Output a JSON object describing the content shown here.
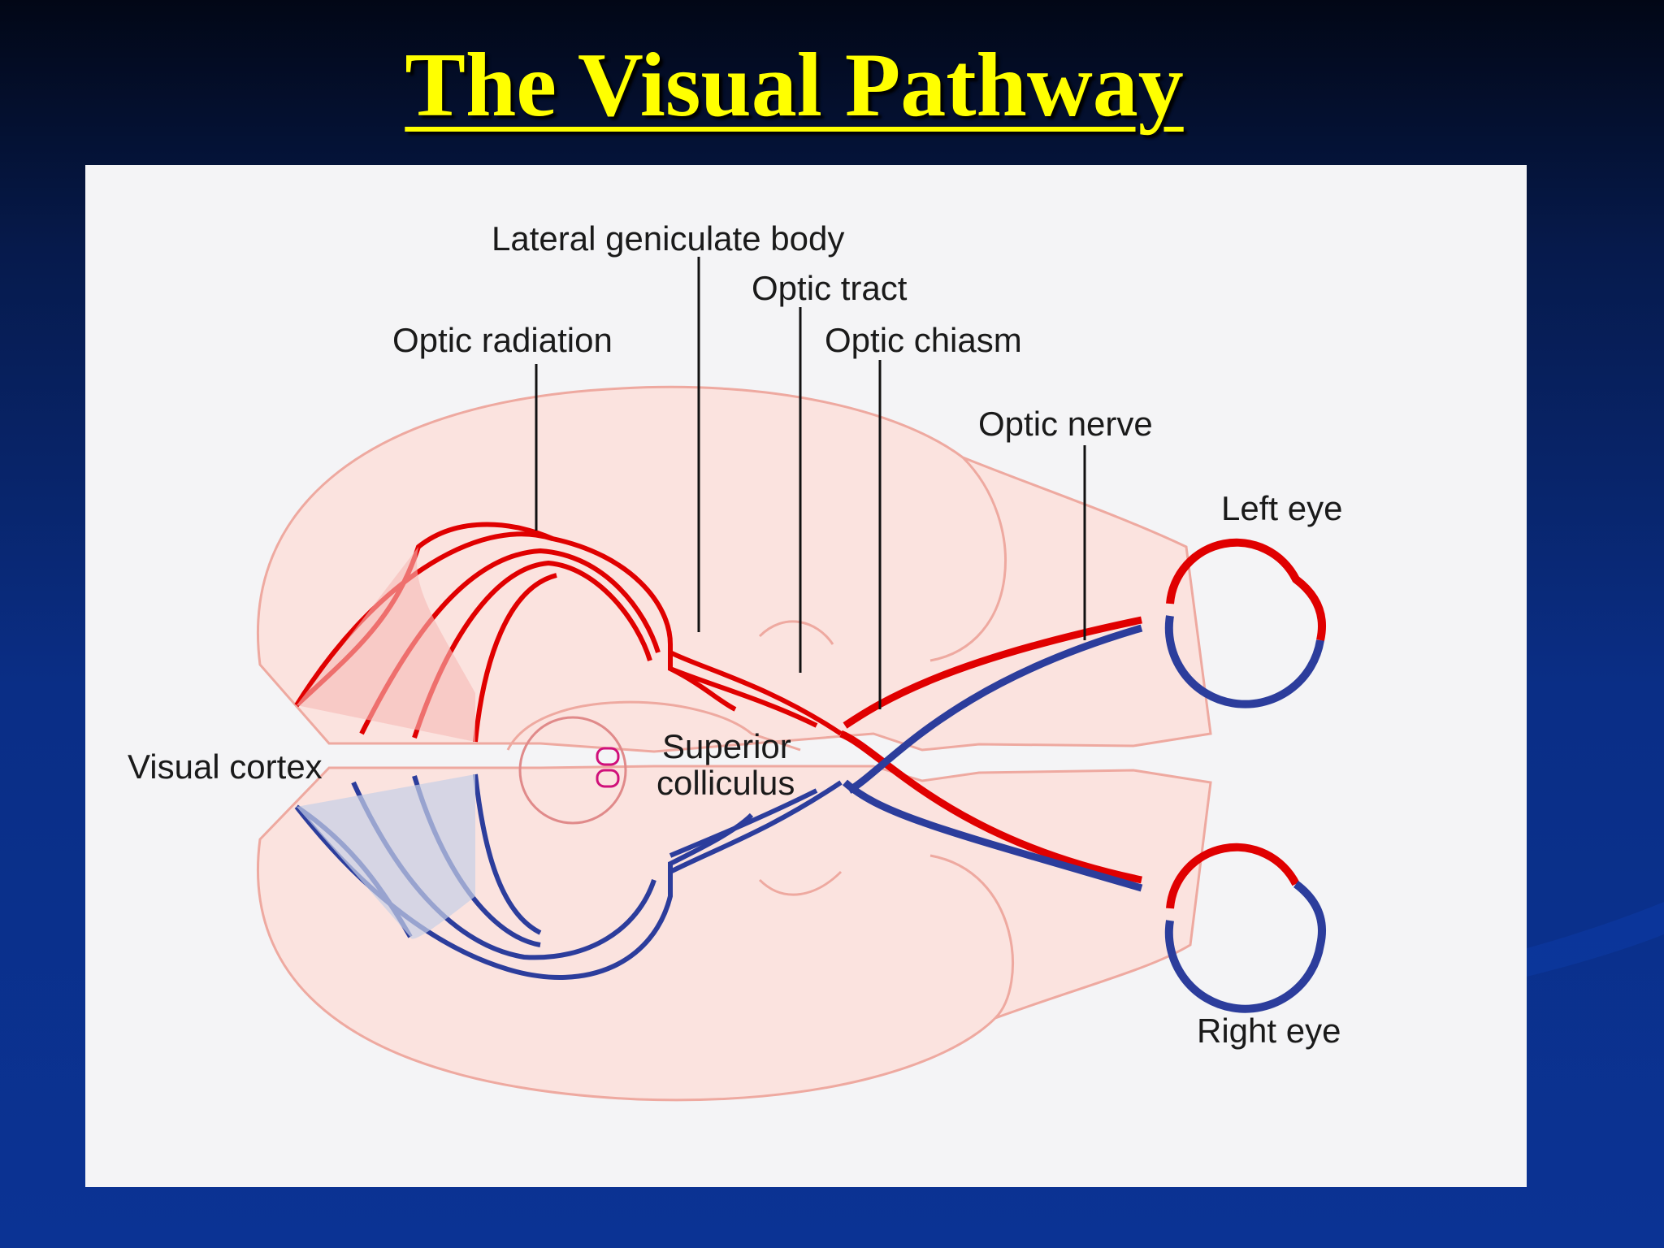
{
  "title": "The Visual Pathway",
  "labels": {
    "lateral_geniculate_body": "Lateral geniculate body",
    "optic_tract": "Optic tract",
    "optic_radiation": "Optic radiation",
    "optic_chiasm": "Optic chiasm",
    "optic_nerve": "Optic nerve",
    "left_eye": "Left eye",
    "right_eye": "Right eye",
    "visual_cortex": "Visual cortex",
    "superior_colliculus_line1": "Superior",
    "superior_colliculus_line2": "colliculus"
  },
  "colors": {
    "title": "#ffff00",
    "left_pathway": "#e00000",
    "right_pathway": "#2c3d9c",
    "brain_fill": "#fbe3df",
    "brain_outline": "#eea9a0",
    "panel": "#f4f4f6"
  }
}
